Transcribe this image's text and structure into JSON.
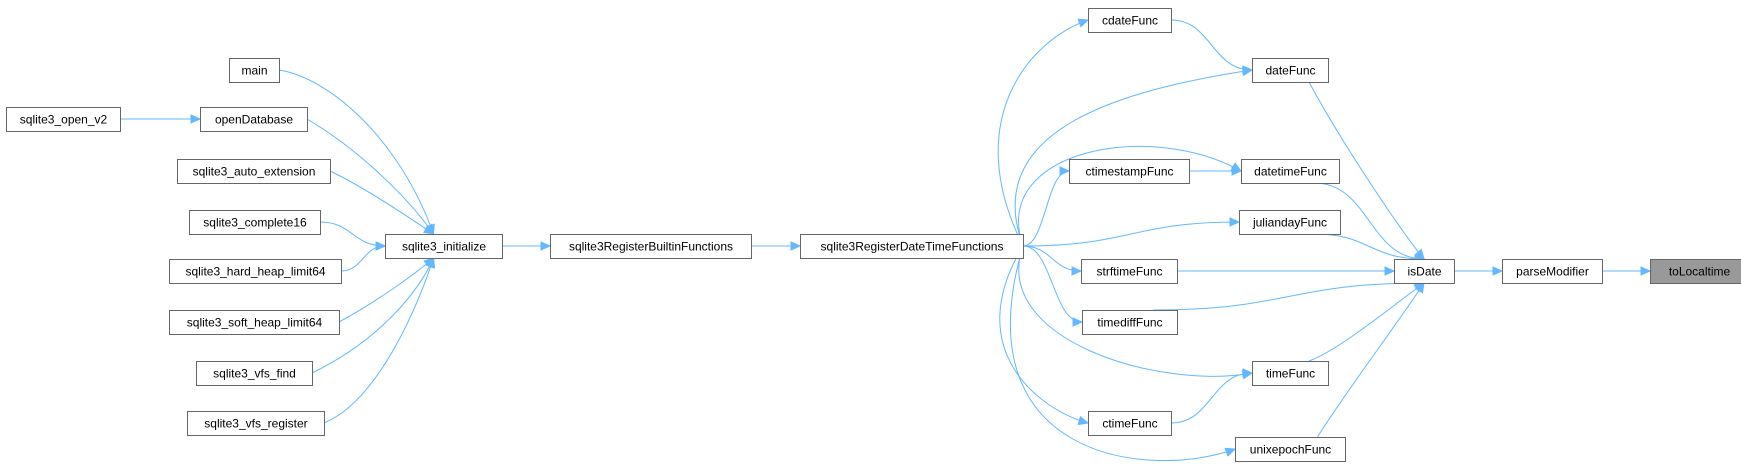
{
  "diagram": {
    "nodes": {
      "toLocaltime": "toLocaltime",
      "parseModifier": "parseModifier",
      "isDate": "isDate",
      "cdateFunc": "cdateFunc",
      "dateFunc": "dateFunc",
      "ctimestampFunc": "ctimestampFunc",
      "datetimeFunc": "datetimeFunc",
      "juliandayFunc": "juliandayFunc",
      "strftimeFunc": "strftimeFunc",
      "timediffFunc": "timediffFunc",
      "timeFunc": "timeFunc",
      "ctimeFunc": "ctimeFunc",
      "unixepochFunc": "unixepochFunc",
      "sqlite3RegisterDateTimeFunctions": "sqlite3RegisterDateTimeFunctions",
      "sqlite3RegisterBuiltinFunctions": "sqlite3RegisterBuiltinFunctions",
      "sqlite3_initialize": "sqlite3_initialize",
      "main": "main",
      "openDatabase": "openDatabase",
      "sqlite3_open_v2": "sqlite3_open_v2",
      "sqlite3_auto_extension": "sqlite3_auto_extension",
      "sqlite3_complete16": "sqlite3_complete16",
      "sqlite3_hard_heap_limit64": "sqlite3_hard_heap_limit64",
      "sqlite3_soft_heap_limit64": "sqlite3_soft_heap_limit64",
      "sqlite3_vfs_find": "sqlite3_vfs_find",
      "sqlite3_vfs_register": "sqlite3_vfs_register"
    },
    "highlighted_node": "toLocaltime",
    "edges": [
      [
        "parseModifier",
        "toLocaltime"
      ],
      [
        "isDate",
        "parseModifier"
      ],
      [
        "dateFunc",
        "isDate"
      ],
      [
        "datetimeFunc",
        "isDate"
      ],
      [
        "juliandayFunc",
        "isDate"
      ],
      [
        "strftimeFunc",
        "isDate"
      ],
      [
        "timediffFunc",
        "isDate"
      ],
      [
        "timeFunc",
        "isDate"
      ],
      [
        "unixepochFunc",
        "isDate"
      ],
      [
        "cdateFunc",
        "dateFunc"
      ],
      [
        "ctimestampFunc",
        "datetimeFunc"
      ],
      [
        "ctimeFunc",
        "timeFunc"
      ],
      [
        "sqlite3RegisterDateTimeFunctions",
        "cdateFunc"
      ],
      [
        "sqlite3RegisterDateTimeFunctions",
        "dateFunc"
      ],
      [
        "sqlite3RegisterDateTimeFunctions",
        "ctimestampFunc"
      ],
      [
        "sqlite3RegisterDateTimeFunctions",
        "datetimeFunc"
      ],
      [
        "sqlite3RegisterDateTimeFunctions",
        "juliandayFunc"
      ],
      [
        "sqlite3RegisterDateTimeFunctions",
        "strftimeFunc"
      ],
      [
        "sqlite3RegisterDateTimeFunctions",
        "timediffFunc"
      ],
      [
        "sqlite3RegisterDateTimeFunctions",
        "timeFunc"
      ],
      [
        "sqlite3RegisterDateTimeFunctions",
        "ctimeFunc"
      ],
      [
        "sqlite3RegisterDateTimeFunctions",
        "unixepochFunc"
      ],
      [
        "sqlite3RegisterBuiltinFunctions",
        "sqlite3RegisterDateTimeFunctions"
      ],
      [
        "sqlite3_initialize",
        "sqlite3RegisterBuiltinFunctions"
      ],
      [
        "main",
        "sqlite3_initialize"
      ],
      [
        "openDatabase",
        "sqlite3_initialize"
      ],
      [
        "sqlite3_auto_extension",
        "sqlite3_initialize"
      ],
      [
        "sqlite3_complete16",
        "sqlite3_initialize"
      ],
      [
        "sqlite3_hard_heap_limit64",
        "sqlite3_initialize"
      ],
      [
        "sqlite3_soft_heap_limit64",
        "sqlite3_initialize"
      ],
      [
        "sqlite3_vfs_find",
        "sqlite3_initialize"
      ],
      [
        "sqlite3_vfs_register",
        "sqlite3_initialize"
      ],
      [
        "sqlite3_open_v2",
        "openDatabase"
      ]
    ],
    "colors": {
      "edge": "#63b8ff",
      "node_border": "#666666",
      "node_fill": "#ffffff",
      "highlight_fill": "#999999"
    }
  }
}
